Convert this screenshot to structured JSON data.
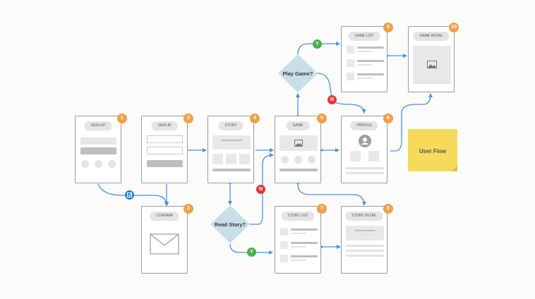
{
  "colors": {
    "connector": "#4a90e2",
    "badge": "#f0a04b",
    "decision": "#c8dfe8",
    "yes": "#4caf50",
    "no": "#e53935",
    "note": "#f6da5c"
  },
  "screens": {
    "signup": {
      "label": "SIGN-UP",
      "number": "1"
    },
    "confirm": {
      "label": "CONFIRM",
      "number": "2"
    },
    "signin": {
      "label": "SIGN-IN",
      "number": "3"
    },
    "story": {
      "label": "STORY",
      "number": "4"
    },
    "game": {
      "label": "GAME",
      "number": "5"
    },
    "profile": {
      "label": "PROFILE",
      "number": "6"
    },
    "story_list": {
      "label": "STORY LIST",
      "number": "7"
    },
    "story_detail": {
      "label": "STORY DETAIL",
      "number": "8"
    },
    "game_list": {
      "label": "GAME LIST",
      "number": "9"
    },
    "game_detail": {
      "label": "GAME DETAIL",
      "number": "10"
    }
  },
  "decisions": {
    "play_game": {
      "label": "Play Game?"
    },
    "read_story": {
      "label": "Read Story?"
    }
  },
  "markers": {
    "yes": "Y",
    "no": "N"
  },
  "icons": [
    "image-icon",
    "envelope-icon",
    "user-avatar-icon",
    "checkbox-edit-icon"
  ],
  "note": {
    "text": "User Flow"
  }
}
